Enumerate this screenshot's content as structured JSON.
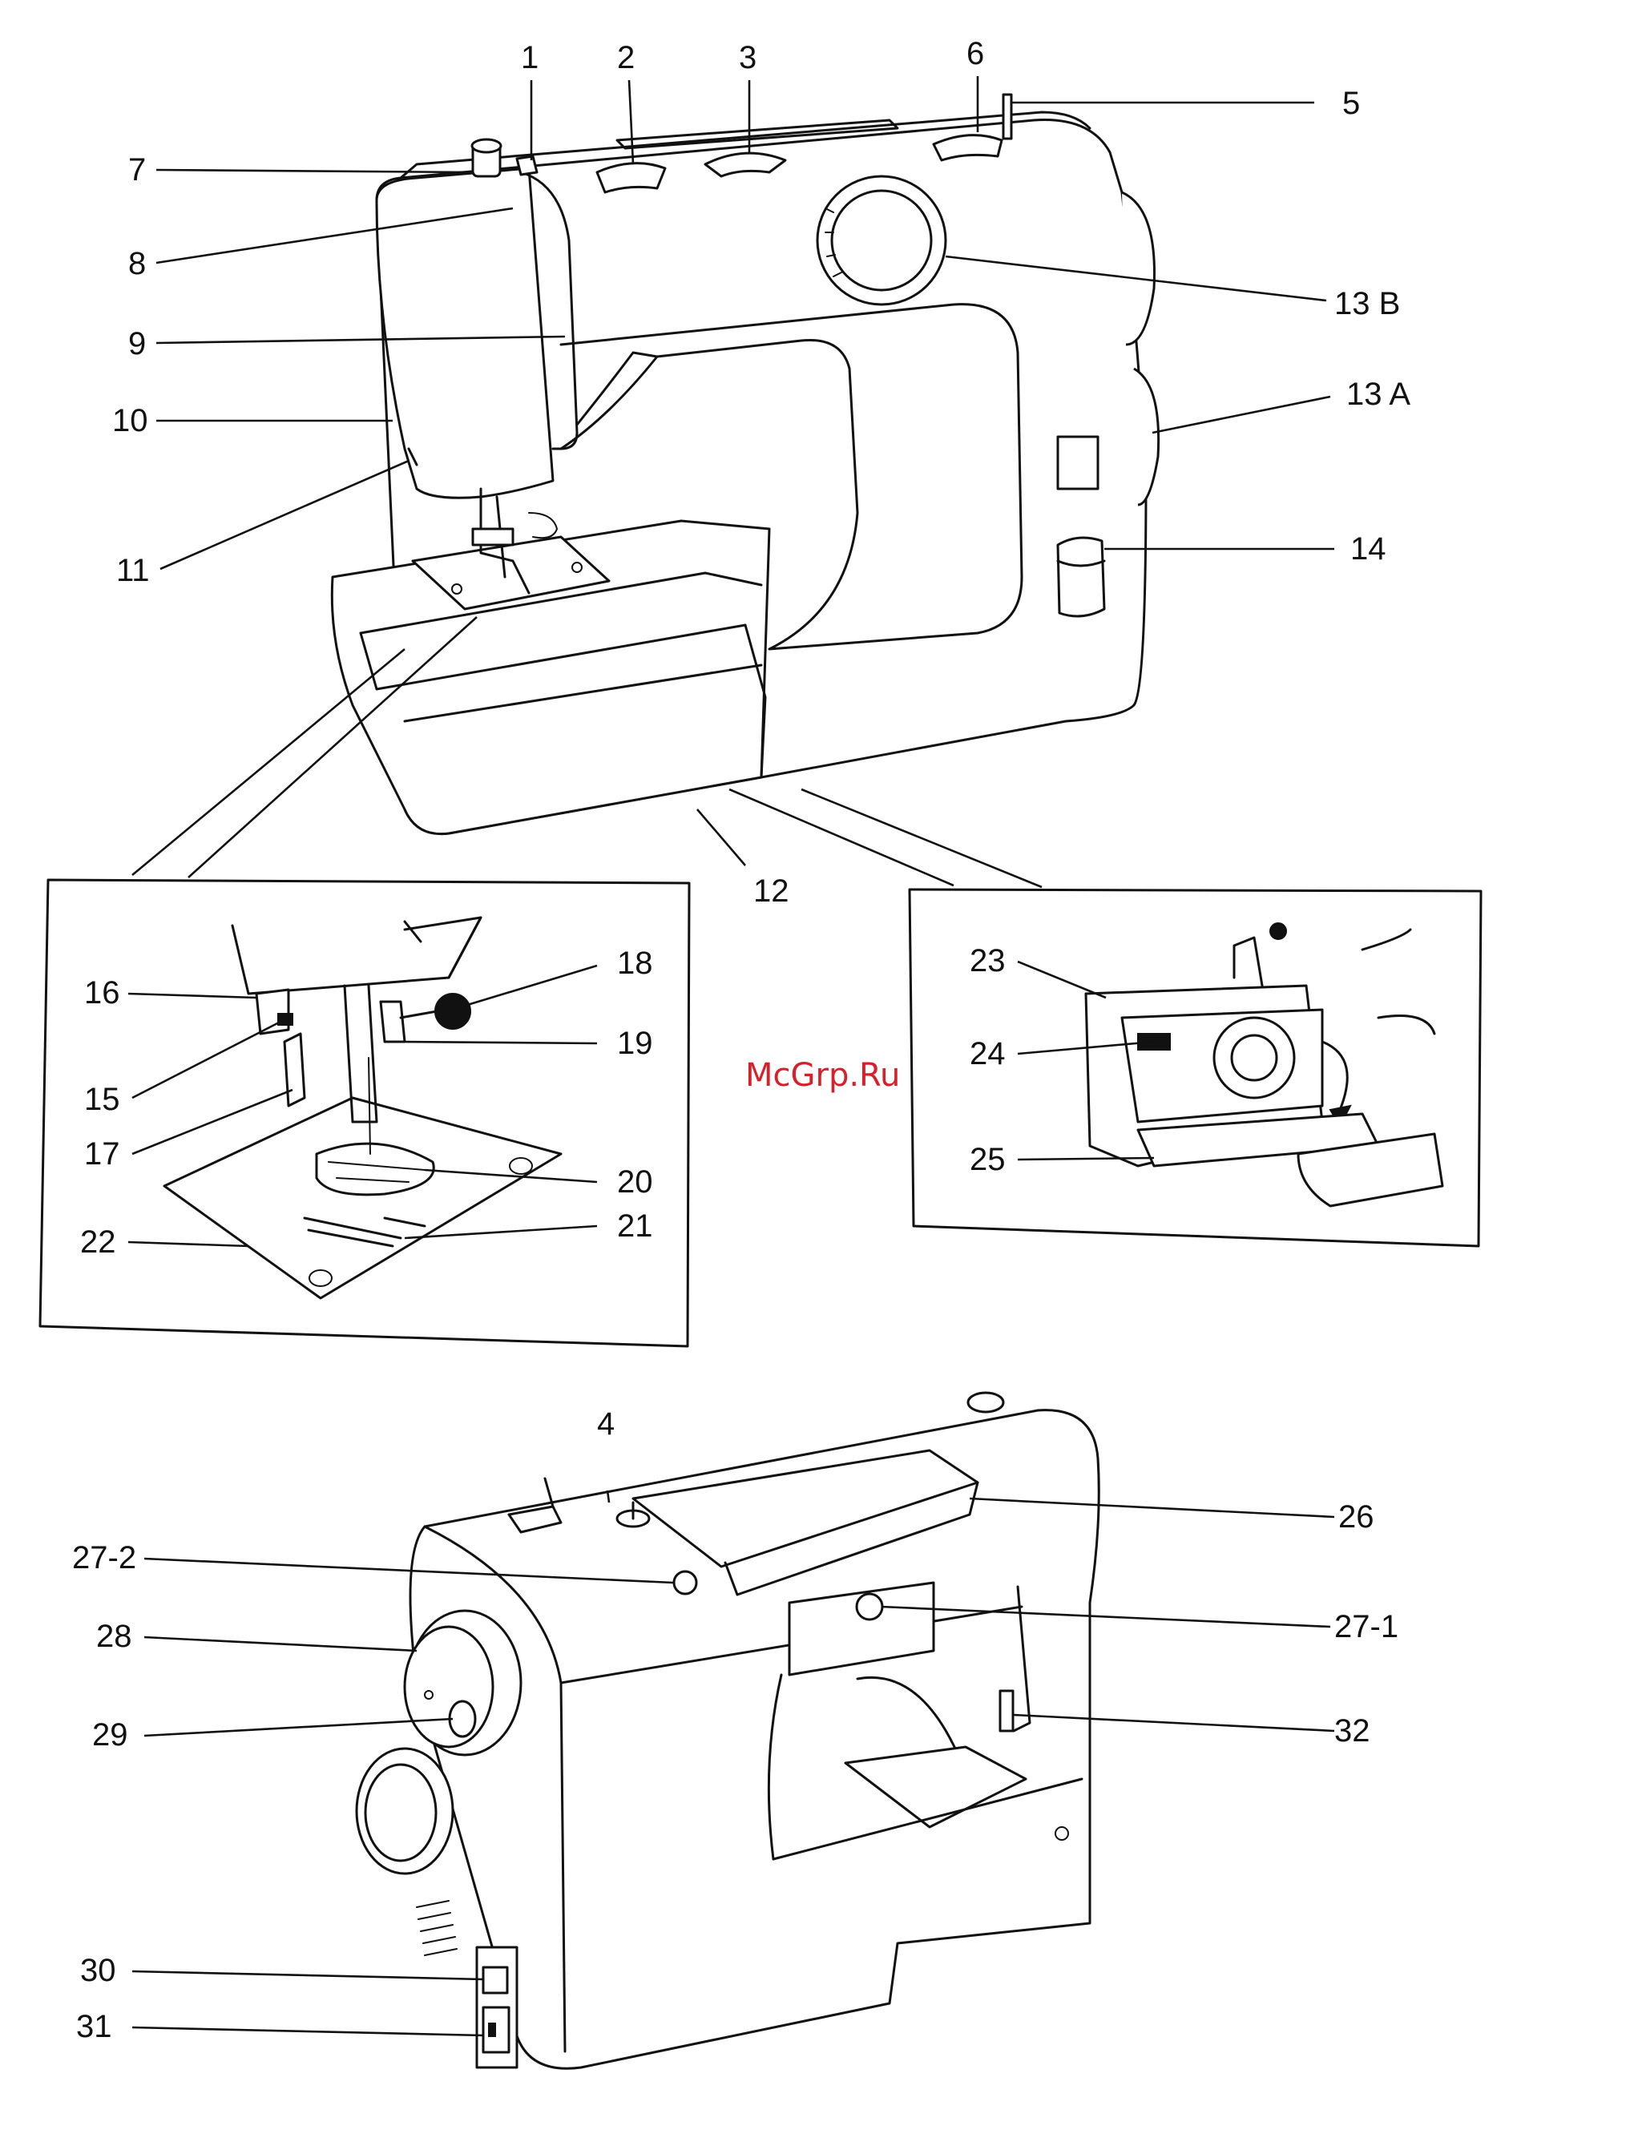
{
  "watermark": "McGrp.Ru",
  "labels": {
    "l1": "1",
    "l2": "2",
    "l3": "3",
    "l4": "4",
    "l5": "5",
    "l6": "6",
    "l7": "7",
    "l8": "8",
    "l9": "9",
    "l10": "10",
    "l11": "11",
    "l12": "12",
    "l13a": "13 A",
    "l13b": "13 B",
    "l14": "14",
    "l15": "15",
    "l16": "16",
    "l17": "17",
    "l18": "18",
    "l19": "19",
    "l20": "20",
    "l21": "21",
    "l22": "22",
    "l23": "23",
    "l24": "24",
    "l25": "25",
    "l26": "26",
    "l27_1": "27-1",
    "l27_2": "27-2",
    "l28": "28",
    "l29": "29",
    "l30": "30",
    "l31": "31",
    "l32": "32"
  },
  "colors": {
    "ink": "#111111",
    "watermark": "#d8202a",
    "paper": "#ffffff"
  }
}
